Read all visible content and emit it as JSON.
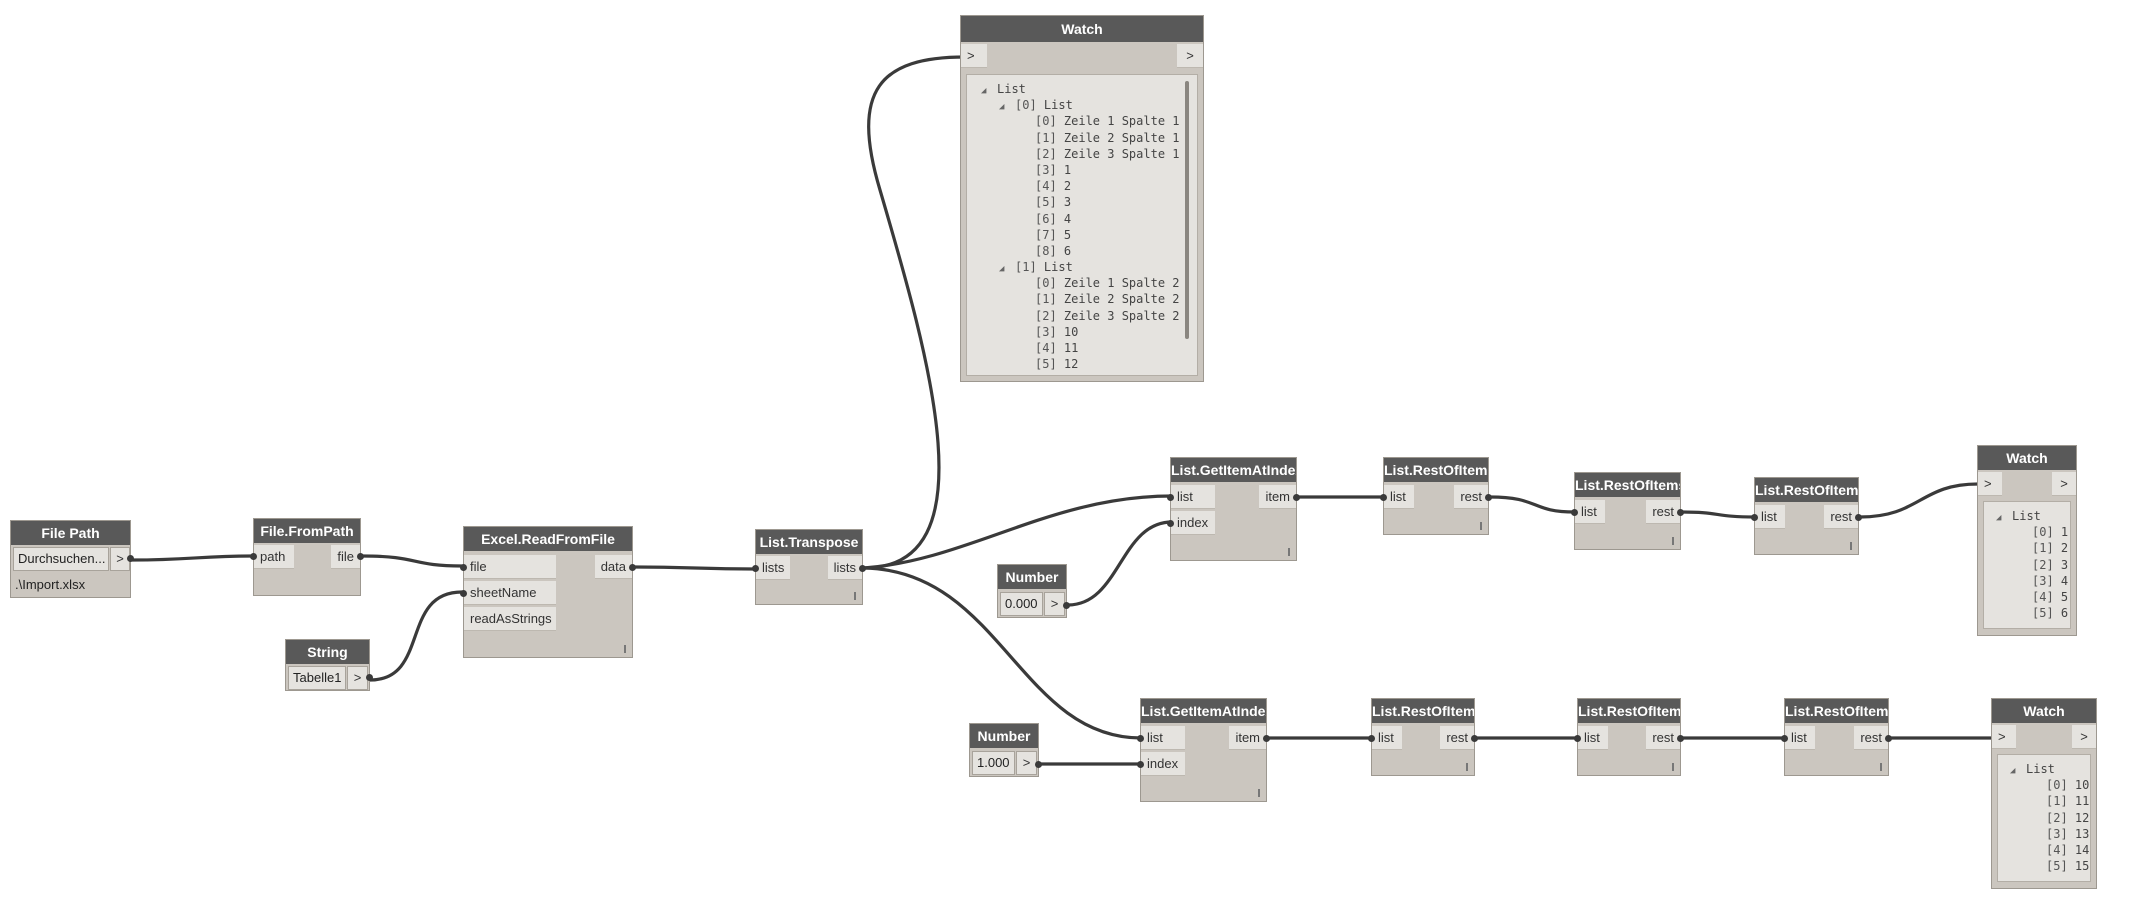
{
  "nodes": {
    "file_path": {
      "title": "File Path",
      "button_label": "Durchsuchen...",
      "arrow": ">",
      "value": ".\\Import.xlsx"
    },
    "file_from_path": {
      "title": "File.FromPath",
      "in": "path",
      "out": "file"
    },
    "excel_read": {
      "title": "Excel.ReadFromFile",
      "in1": "file",
      "in2": "sheetName",
      "in3": "readAsStrings",
      "out": "data"
    },
    "string": {
      "title": "String",
      "value": "Tabelle1",
      "arrow": ">"
    },
    "transpose": {
      "title": "List.Transpose",
      "in": "lists",
      "out": "lists"
    },
    "number1": {
      "title": "Number",
      "value": "0.000",
      "arrow": ">"
    },
    "number2": {
      "title": "Number",
      "value": "1.000",
      "arrow": ">"
    },
    "get_item_1": {
      "title": "List.GetItemAtIndex",
      "in1": "list",
      "in2": "index",
      "out": "item"
    },
    "get_item_2": {
      "title": "List.GetItemAtIndex",
      "in1": "list",
      "in2": "index",
      "out": "item"
    },
    "rest_a1": {
      "title": "List.RestOfItems",
      "in": "list",
      "out": "rest"
    },
    "rest_a2": {
      "title": "List.RestOfItems",
      "in": "list",
      "out": "rest"
    },
    "rest_a3": {
      "title": "List.RestOfItems",
      "in": "list",
      "out": "rest"
    },
    "rest_b1": {
      "title": "List.RestOfItems",
      "in": "list",
      "out": "rest"
    },
    "rest_b2": {
      "title": "List.RestOfItems",
      "in": "list",
      "out": "rest"
    },
    "rest_b3": {
      "title": "List.RestOfItems",
      "in": "list",
      "out": "rest"
    },
    "watch_big": {
      "title": "Watch",
      "in_arrow": ">",
      "out_arrow": ">",
      "tree": [
        {
          "indent": 0,
          "expander": true,
          "idx": "",
          "text": "List"
        },
        {
          "indent": 1,
          "expander": true,
          "idx": "[0]",
          "text": "List"
        },
        {
          "indent": 2,
          "expander": false,
          "idx": "[0]",
          "text": "Zeile 1 Spalte 1"
        },
        {
          "indent": 2,
          "expander": false,
          "idx": "[1]",
          "text": "Zeile 2 Spalte 1"
        },
        {
          "indent": 2,
          "expander": false,
          "idx": "[2]",
          "text": "Zeile 3 Spalte 1"
        },
        {
          "indent": 2,
          "expander": false,
          "idx": "[3]",
          "text": "1"
        },
        {
          "indent": 2,
          "expander": false,
          "idx": "[4]",
          "text": "2"
        },
        {
          "indent": 2,
          "expander": false,
          "idx": "[5]",
          "text": "3"
        },
        {
          "indent": 2,
          "expander": false,
          "idx": "[6]",
          "text": "4"
        },
        {
          "indent": 2,
          "expander": false,
          "idx": "[7]",
          "text": "5"
        },
        {
          "indent": 2,
          "expander": false,
          "idx": "[8]",
          "text": "6"
        },
        {
          "indent": 1,
          "expander": true,
          "idx": "[1]",
          "text": "List"
        },
        {
          "indent": 2,
          "expander": false,
          "idx": "[0]",
          "text": "Zeile 1 Spalte 2"
        },
        {
          "indent": 2,
          "expander": false,
          "idx": "[1]",
          "text": "Zeile 2 Spalte 2"
        },
        {
          "indent": 2,
          "expander": false,
          "idx": "[2]",
          "text": "Zeile 3 Spalte 2"
        },
        {
          "indent": 2,
          "expander": false,
          "idx": "[3]",
          "text": "10"
        },
        {
          "indent": 2,
          "expander": false,
          "idx": "[4]",
          "text": "11"
        },
        {
          "indent": 2,
          "expander": false,
          "idx": "[5]",
          "text": "12"
        }
      ]
    },
    "watch_a": {
      "title": "Watch",
      "in_arrow": ">",
      "out_arrow": ">",
      "tree": [
        {
          "indent": 0,
          "expander": true,
          "idx": "",
          "text": "List"
        },
        {
          "indent": 1,
          "expander": false,
          "idx": "[0]",
          "text": "1"
        },
        {
          "indent": 1,
          "expander": false,
          "idx": "[1]",
          "text": "2"
        },
        {
          "indent": 1,
          "expander": false,
          "idx": "[2]",
          "text": "3"
        },
        {
          "indent": 1,
          "expander": false,
          "idx": "[3]",
          "text": "4"
        },
        {
          "indent": 1,
          "expander": false,
          "idx": "[4]",
          "text": "5"
        },
        {
          "indent": 1,
          "expander": false,
          "idx": "[5]",
          "text": "6"
        }
      ]
    },
    "watch_b": {
      "title": "Watch",
      "in_arrow": ">",
      "out_arrow": ">",
      "tree": [
        {
          "indent": 0,
          "expander": true,
          "idx": "",
          "text": "List"
        },
        {
          "indent": 1,
          "expander": false,
          "idx": "[0]",
          "text": "10"
        },
        {
          "indent": 1,
          "expander": false,
          "idx": "[1]",
          "text": "11"
        },
        {
          "indent": 1,
          "expander": false,
          "idx": "[2]",
          "text": "12"
        },
        {
          "indent": 1,
          "expander": false,
          "idx": "[3]",
          "text": "13"
        },
        {
          "indent": 1,
          "expander": false,
          "idx": "[4]",
          "text": "14"
        },
        {
          "indent": 1,
          "expander": false,
          "idx": "[5]",
          "text": "15"
        }
      ]
    }
  }
}
